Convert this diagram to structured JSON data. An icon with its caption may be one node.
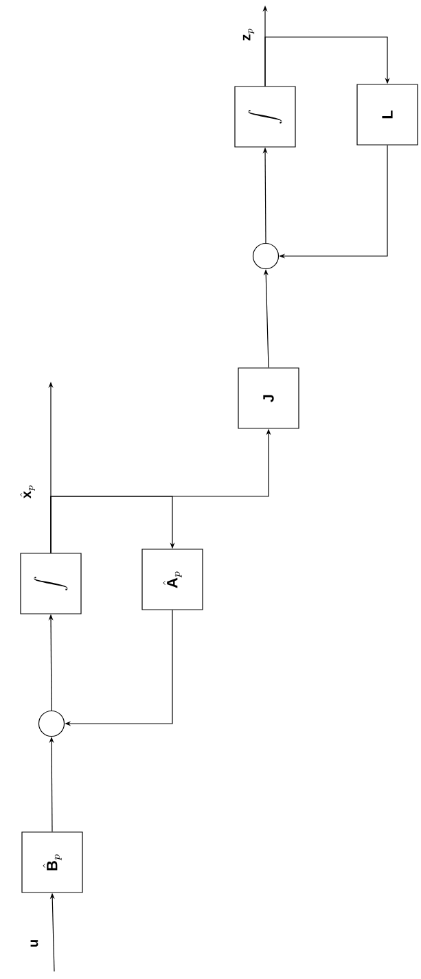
{
  "diagram": {
    "nodes": [
      {
        "text": [
          "\\hat{\\mathbf{B}}_{p}"
        ]
      },
      {
        "text": [],
        "shape": "circle"
      },
      {
        "text": [
          "\\int"
        ]
      },
      {
        "text": [
          "\\hat{\\mathbf{A}}_{p}"
        ]
      },
      {
        "text": [
          "\\mathbf{J}"
        ]
      },
      {
        "text": [],
        "shape": "circle"
      },
      {
        "text": [
          "\\int"
        ]
      },
      {
        "text": [
          "\\mathbf{L}"
        ]
      }
    ],
    "edges": [
      {
        "from": null,
        "to": 0,
        "arrow": "to",
        "label": "\\mathbf{u}"
      },
      {
        "from": 0,
        "to": 1,
        "arrow": "to"
      },
      {
        "from": 1,
        "to": 2,
        "arrow": "to"
      },
      {
        "from": 2,
        "to": null,
        "arrow": "to",
        "label": "\\hat{\\mathbf{x}}_{p}"
      },
      {
        "from": 2,
        "to": 3,
        "arrow": "to"
      },
      {
        "from": 2,
        "to": 4,
        "arrow": "to"
      },
      {
        "from": 3,
        "to": 1,
        "arrow": "to"
      },
      {
        "from": 4,
        "to": 5,
        "arrow": "to"
      },
      {
        "from": 5,
        "to": 6,
        "arrow": "to"
      },
      {
        "from": 6,
        "to": null,
        "arrow": "to",
        "label": "\\mathbf{z}_{p}"
      },
      {
        "from": 6,
        "to": 7,
        "arrow": "to"
      },
      {
        "from": 7,
        "to": 5,
        "arrow": "to"
      }
    ]
  }
}
